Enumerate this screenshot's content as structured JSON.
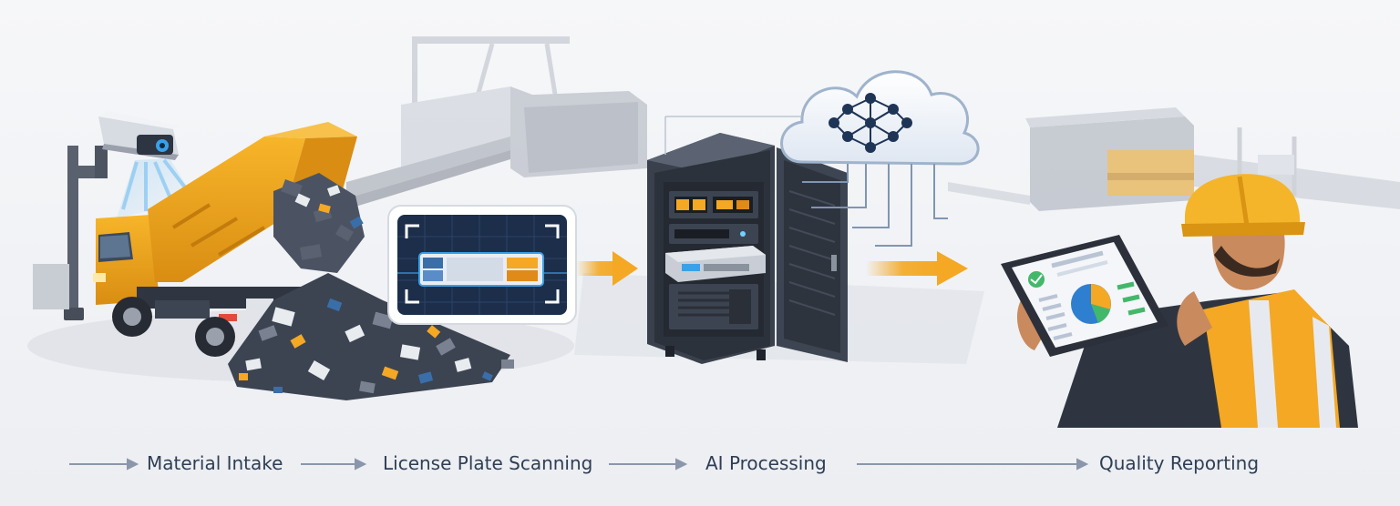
{
  "steps": [
    {
      "id": "intake",
      "label": "Material Intake"
    },
    {
      "id": "scan",
      "label": "License Plate Scanning"
    },
    {
      "id": "ai",
      "label": "AI Processing"
    },
    {
      "id": "report",
      "label": "Quality Reporting"
    }
  ],
  "colors": {
    "accent_orange": "#f4a824",
    "navy": "#2f3e55",
    "scan_blue": "#3aa0e8",
    "chart_blue": "#2f7fd0",
    "chart_green": "#43b86b",
    "background": "#f3f4f6"
  },
  "icons": [
    "camera-icon",
    "dump-truck-icon",
    "debris-pile-icon",
    "plate-scan-icon",
    "server-rack-icon",
    "cloud-network-icon",
    "tablet-dashboard-icon",
    "worker-icon",
    "conveyor-icon"
  ]
}
